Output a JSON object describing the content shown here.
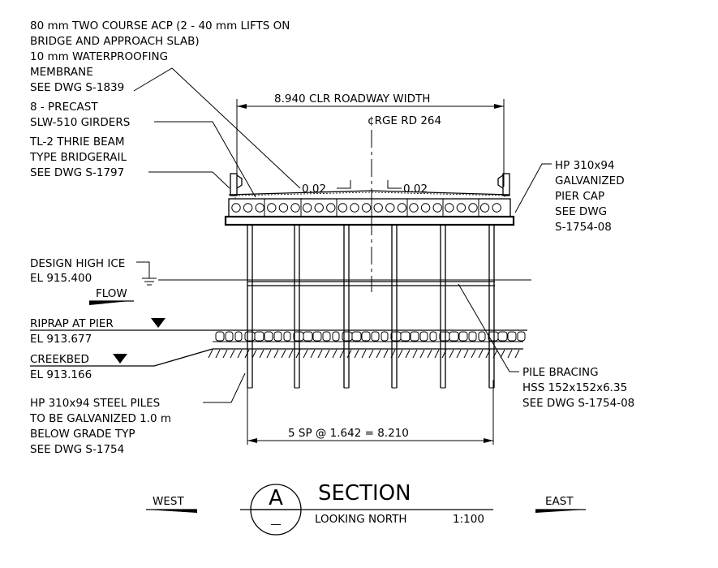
{
  "notes": {
    "acp": [
      "80 mm TWO COURSE ACP (2 - 40 mm LIFTS ON",
      "BRIDGE AND APPROACH SLAB)",
      "10 mm WATERPROOFING",
      "MEMBRANE",
      "SEE DWG S-1839"
    ],
    "girders": [
      "8 - PRECAST",
      "SLW-510 GIRDERS"
    ],
    "bridgerail": [
      "TL-2 THRIE BEAM",
      "TYPE BRIDGERAIL",
      "SEE DWG S-1797"
    ],
    "roadway_width": "8.940 CLR ROADWAY WIDTH",
    "centerline": "¢RGE RD 264",
    "slope_left": "0.02",
    "slope_right": "0.02",
    "pier_cap": [
      "HP 310x94",
      "GALVANIZED",
      "PIER CAP",
      "SEE DWG",
      "S-1754-08"
    ],
    "design_ice": [
      "DESIGN HIGH ICE",
      "EL 915.400"
    ],
    "flow": "FLOW",
    "riprap": [
      "RIPRAP AT PIER",
      "EL 913.677"
    ],
    "creekbed": [
      "CREEKBED",
      "EL 913.166"
    ],
    "pile_bracing": [
      "PILE BRACING",
      "HSS 152x152x6.35",
      "SEE DWG S-1754-08"
    ],
    "steel_piles": [
      "HP 310x94 STEEL PILES",
      "TO BE GALVANIZED 1.0 m",
      "BELOW GRADE TYP",
      "SEE DWG S-1754"
    ],
    "spacing": "5 SP @ 1.642 = 8.210"
  },
  "title_block": {
    "west": "WEST",
    "east": "EAST",
    "section_letter": "A",
    "section_sub": "—",
    "section_title": "SECTION",
    "looking": "LOOKING NORTH",
    "scale": "1:100"
  }
}
